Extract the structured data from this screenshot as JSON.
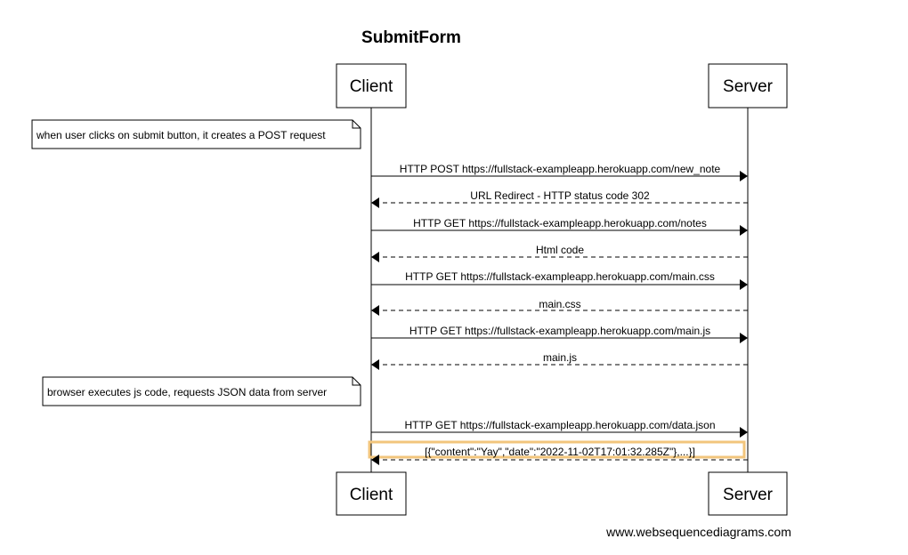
{
  "title": "SubmitForm",
  "actors": {
    "client": "Client",
    "server": "Server"
  },
  "notes": [
    "when user clicks on submit button, it creates a POST request",
    "browser executes js code, requests JSON data from server"
  ],
  "messages": [
    {
      "text": "HTTP POST https://fullstack-exampleapp.herokuapp.com/new_note",
      "dir": "to-server",
      "style": "solid"
    },
    {
      "text": "URL Redirect - HTTP status code 302",
      "dir": "to-client",
      "style": "dashed"
    },
    {
      "text": "HTTP GET https://fullstack-exampleapp.herokuapp.com/notes",
      "dir": "to-server",
      "style": "solid"
    },
    {
      "text": "Html code",
      "dir": "to-client",
      "style": "dashed"
    },
    {
      "text": "HTTP GET https://fullstack-exampleapp.herokuapp.com/main.css",
      "dir": "to-server",
      "style": "solid"
    },
    {
      "text": "main.css",
      "dir": "to-client",
      "style": "dashed"
    },
    {
      "text": "HTTP GET https://fullstack-exampleapp.herokuapp.com/main.js",
      "dir": "to-server",
      "style": "solid"
    },
    {
      "text": "main.js",
      "dir": "to-client",
      "style": "dashed"
    },
    {
      "text": "HTTP GET https://fullstack-exampleapp.herokuapp.com/data.json",
      "dir": "to-server",
      "style": "solid"
    },
    {
      "text": "[{\"content\":\"Yay\",\"date\":\"2022-11-02T17:01:32.285Z\"},...}]",
      "dir": "to-client",
      "style": "dashed",
      "highlighted": true
    }
  ],
  "highlight_color": "#f2c57c",
  "footer": "www.websequencediagrams.com"
}
